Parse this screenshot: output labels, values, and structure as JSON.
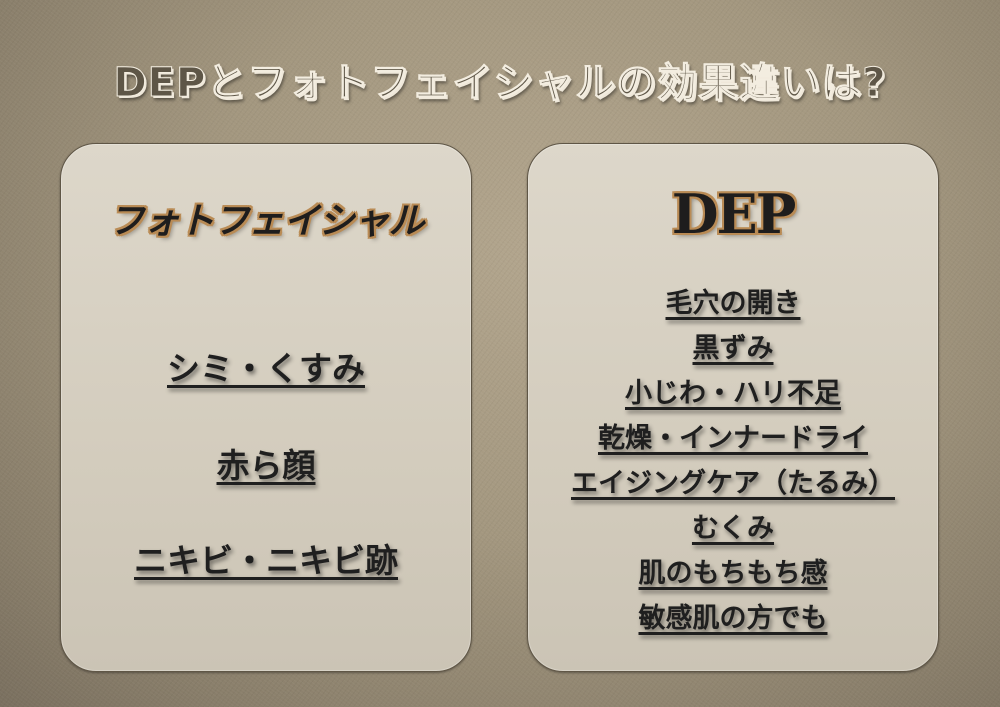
{
  "title": "DEPとフォトフェイシャルの効果違いは?",
  "colors": {
    "background": "#a3977f",
    "panel": "#d8d1c3",
    "panel_border": "#5f5646",
    "heading_outline": "#b98b55",
    "text": "#1f1f1f"
  },
  "left_panel": {
    "heading": "フォトフェイシャル",
    "items": [
      {
        "label": "シミ・くすみ"
      },
      {
        "label": "赤ら顔"
      },
      {
        "label": "ニキビ・ニキビ跡"
      }
    ]
  },
  "right_panel": {
    "heading": "DEP",
    "items": [
      {
        "label": "毛穴の開き"
      },
      {
        "label": "黒ずみ"
      },
      {
        "label": "小じわ・ハリ不足"
      },
      {
        "label": "乾燥・インナードライ"
      },
      {
        "label": "エイジングケア（たるみ）"
      },
      {
        "label": "むくみ"
      },
      {
        "label": "肌のもちもち感"
      },
      {
        "label": "敏感肌の方でも"
      }
    ]
  }
}
